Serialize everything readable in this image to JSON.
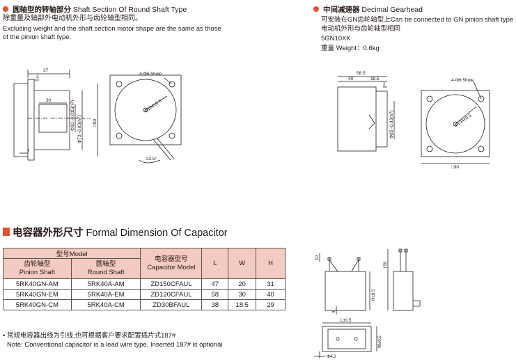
{
  "round_shaft": {
    "title_cn": "圆轴型的转轴部分",
    "title_en": "Shaft Section Of Round Shaft Type",
    "desc_cn": "除重量及轴部外电动机外形与齿轮轴型相同。",
    "desc_en_1": "Excluding weight and the shaft section motor shape are the same as those",
    "desc_en_2": "of the pinion shaft type.",
    "dims": {
      "d37": "37",
      "d2": "2",
      "d30": "30",
      "d7": "7",
      "d90": "□90",
      "d10": "Φ10 -0.015(h7)",
      "d73": "Φ73 -0.03(h7)",
      "hole": "4-Φ6.5hole",
      "pcd": "Φ104±0.5",
      "angle": "22.5°"
    }
  },
  "gearhead": {
    "title_cn": "中间减速器",
    "title_en": "Decimal Gearhead",
    "desc_1": "可安装在GN齿轮轴型上Can be connected to GN pinion shaft type",
    "desc_2": "电动机外形与齿轮轴型相同",
    "model": "5GN10XK",
    "weight": "重量 Weight：0.6kg",
    "dims": {
      "d58": "58.5",
      "d40": "40",
      "d18": "18.5",
      "d2": "2",
      "d85": "Φ85 -0.03(h7)",
      "hole": "4-Φ6.5hole",
      "pcd": "Φ104±0.5",
      "d90": "□90"
    }
  },
  "capacitor": {
    "title_cn": "电容器外形尺寸",
    "title_en": "Formal Dimension Of Capacitor",
    "table": {
      "model_header": "型号Model",
      "pinion_cn": "齿轮轴型",
      "pinion_en": "Pinion Shaft",
      "round_cn": "圆轴型",
      "round_en": "Round Shaft",
      "cap_cn": "电容器型号",
      "cap_en": "Capacitor Model",
      "L": "L",
      "W": "W",
      "H": "H",
      "rows": [
        {
          "pinion": "5RK40GN-AM",
          "round": "5RK40A-AM",
          "cap": "ZD150CFAUL",
          "L": "47",
          "W": "20",
          "H": "31"
        },
        {
          "pinion": "5RK40GN-EM",
          "round": "5RK40A-EM",
          "cap": "ZD120CFAUL",
          "L": "58",
          "W": "30",
          "H": "40"
        },
        {
          "pinion": "5RK40GN-CM",
          "round": "5RK40A-CM",
          "cap": "ZD30BFAUL",
          "L": "38",
          "W": "18.5",
          "H": "29"
        }
      ]
    },
    "note_cn": "• 常规电容器出线为引线,也可根据客户要求配置插片式187#",
    "note_en": "Note: Conventional capacitor is a lead wire type. Inserted 187# is optional",
    "dims": {
      "d10": "10",
      "d150": "150",
      "d4": "4",
      "dH": "H±0.5",
      "dL": "L±0.5",
      "dW": "W±0.5",
      "dhole": "Φ4.2"
    }
  },
  "colors": {
    "accent": "#e8502f",
    "table_header": "#f4cbc0"
  }
}
